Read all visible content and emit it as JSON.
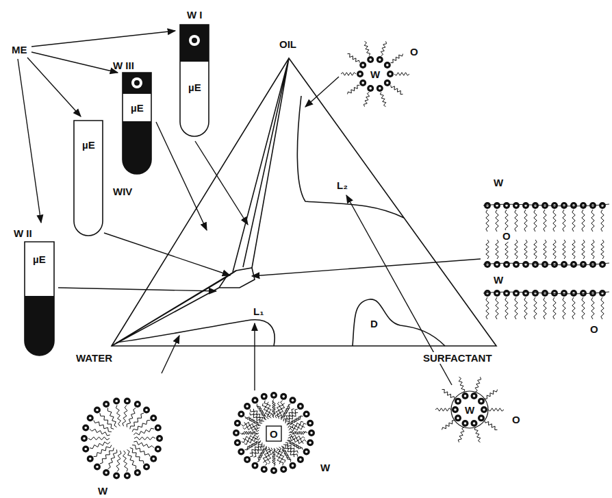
{
  "diagram": {
    "nodes": [
      {
        "text": [
          "W I",
          "µE"
        ]
      },
      {
        "text": [
          "W III",
          "µE"
        ]
      },
      {
        "text": [
          "µE",
          "WIV"
        ]
      },
      {
        "text": [
          "W II",
          "µE"
        ]
      }
    ],
    "labels": [
      "ME",
      "OIL",
      "WATER",
      "SURFACTANT",
      "L₂",
      "L₁",
      "D",
      "W",
      "O",
      "W",
      "O",
      "W",
      "O",
      "W",
      "O",
      "W",
      "W",
      "O"
    ]
  }
}
